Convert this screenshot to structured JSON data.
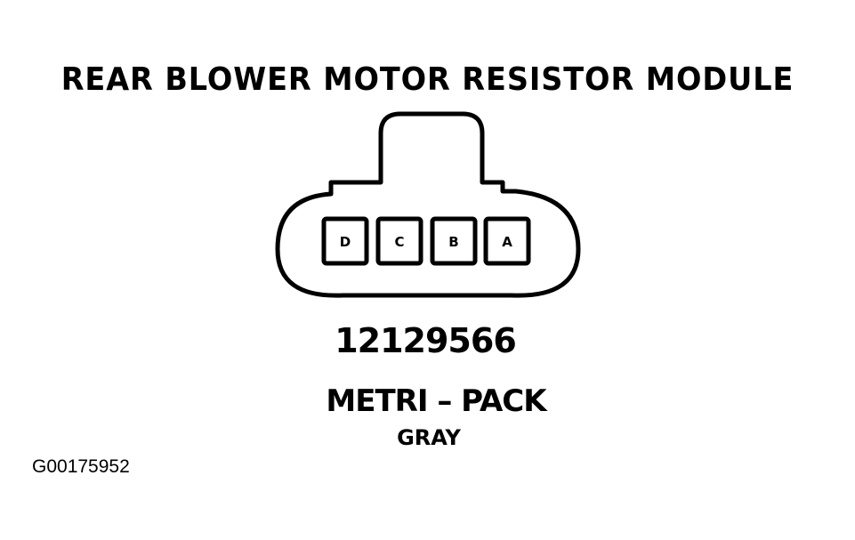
{
  "title": "REAR BLOWER MOTOR RESISTOR MODULE",
  "connector": {
    "pins": [
      "D",
      "C",
      "B",
      "A"
    ],
    "part_number": "12129566",
    "type": "METRI – PACK",
    "color": "GRAY"
  },
  "figure_id": "G00175952",
  "colors": {
    "line": "#000000",
    "background": "#ffffff"
  }
}
